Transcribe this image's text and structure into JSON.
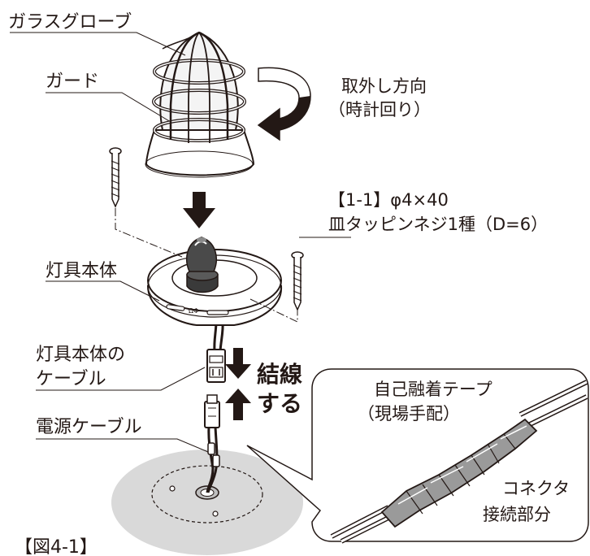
{
  "labels": {
    "glass_globe": "ガラスグローブ",
    "guard": "ガード",
    "removal_line1": "取外し方向",
    "removal_line2": "（時計回り）",
    "screw_line1": "【1-1】φ4×40",
    "screw_line2": "皿タッピンネジ1種（D=6）",
    "fixture_body": "灯具本体",
    "fixture_cable_line1": "灯具本体の",
    "fixture_cable_line2": "ケーブル",
    "connect_line1": "結線",
    "connect_line2": "する",
    "power_cable": "電源ケーブル",
    "tape_line1": "自己融着テープ",
    "tape_line2": "（現場手配）",
    "connector_line1": "コネクタ",
    "connector_line2": "接続部分",
    "figure_number": "【図4-1】"
  },
  "colors": {
    "ink": "#231815",
    "base_gray": "#d9d9d9",
    "glass_fill": "#f4f4f4",
    "tape_fill": "#9a9a9a"
  }
}
